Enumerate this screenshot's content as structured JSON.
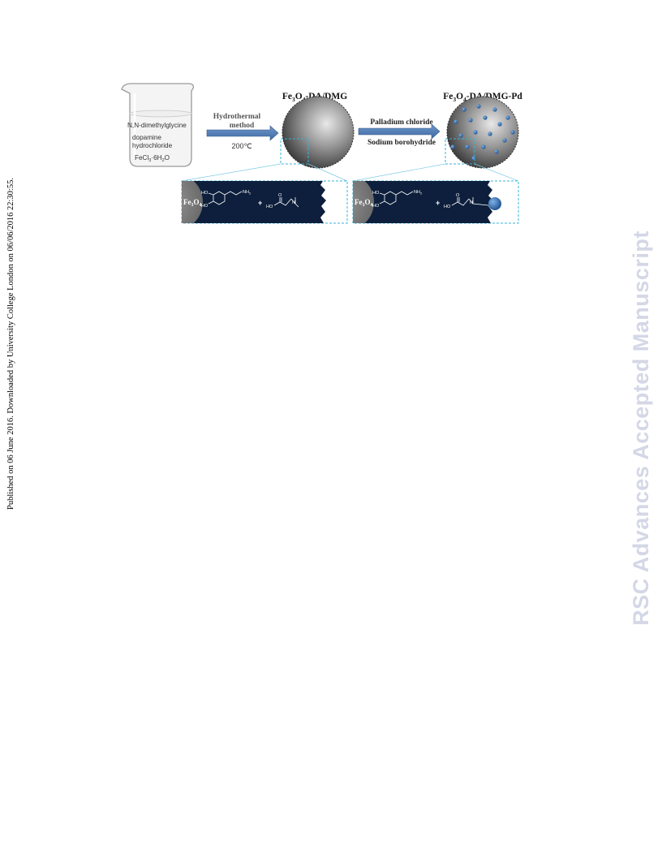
{
  "side_note": "Published on 06 June 2016. Downloaded by University College London on 06/06/2016 22:30:55.",
  "watermark": "RSC Advances Accepted Manuscript",
  "figure": {
    "beaker_reagents": [
      "N,N-dimethylglycine",
      "dopamine",
      "hydrochloride"
    ],
    "beaker_salt": {
      "main": "FeCl",
      "sub": "3",
      "tail": "·6H",
      "sub2": "2",
      "end": "O"
    },
    "step1": {
      "line1": "Hydrothermal",
      "line2": "method",
      "temperature": "200℃"
    },
    "product1": {
      "a": "Fe",
      "sub1": "3",
      "b": "O",
      "sub2": "4",
      "c": "-DA/DMG"
    },
    "step2": {
      "line1": "Palladium chloride",
      "line2": "Sodium borohydride"
    },
    "product2": {
      "a": "Fe",
      "sub1": "3",
      "b": "O",
      "sub2": "4",
      "c": "-DA/DMG-Pd"
    },
    "core_label": {
      "a": "Fe",
      "sub1": "3",
      "b": "O",
      "sub2": "4"
    },
    "chem": {
      "ho": "HO",
      "nh2": "NH",
      "nh2_sub": "2",
      "plus": "+",
      "o": "O",
      "n": "N"
    }
  }
}
